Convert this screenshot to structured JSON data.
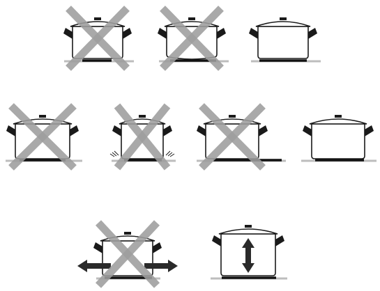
{
  "colors": {
    "background": "#ffffff",
    "pot_fill": "#ffffff",
    "pot_outline": "#1a1a1a",
    "handle": "#1a1a1a",
    "cross": "#9e9e9e",
    "counter": "#bdbdbd",
    "burner": "#111111",
    "arrow": "#2a2a2a"
  },
  "figures": [
    {
      "name": "pot-small-burner-large-crossed",
      "row": 1,
      "crossed": true
    },
    {
      "name": "pot-uneven-bottom-crossed",
      "row": 1,
      "crossed": true
    },
    {
      "name": "pot-matching-burner-correct",
      "row": 1,
      "crossed": false
    },
    {
      "name": "pot-oversized-on-burner-crossed",
      "row": 2,
      "crossed": true
    },
    {
      "name": "pot-warped-bottom-crossed",
      "row": 2,
      "crossed": true
    },
    {
      "name": "pot-off-center-crossed",
      "row": 2,
      "crossed": true
    },
    {
      "name": "pot-flat-correct",
      "row": 2,
      "crossed": false
    },
    {
      "name": "pot-heat-spilling-sideways-crossed",
      "row": 3,
      "crossed": true,
      "arrows": "horizontal"
    },
    {
      "name": "pot-heat-vertical-correct",
      "row": 3,
      "crossed": false,
      "arrows": "vertical"
    }
  ]
}
